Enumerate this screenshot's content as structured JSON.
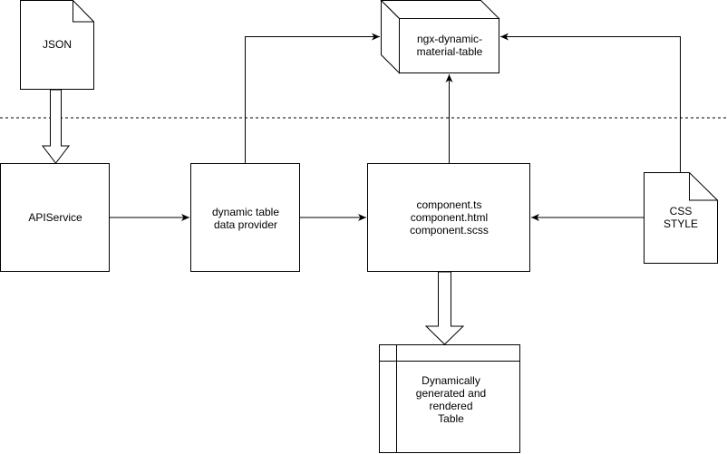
{
  "nodes": {
    "json_doc": {
      "label": "JSON"
    },
    "api_service": {
      "label": "APIService"
    },
    "data_provider": {
      "label": "dynamic table\ndata provider"
    },
    "component": {
      "label": "component.ts\ncomponent.html\ncomponent.scss"
    },
    "css_style": {
      "label": "CSS\nSTYLE"
    },
    "ngx_table": {
      "label": "ngx-dynamic-\nmaterial-table"
    },
    "rendered_table": {
      "label": "Dynamically\ngenerated and\nrendered\nTable"
    }
  },
  "style": {
    "stroke": "#000000",
    "fill": "#ffffff",
    "cube_side": "#ffffff"
  }
}
